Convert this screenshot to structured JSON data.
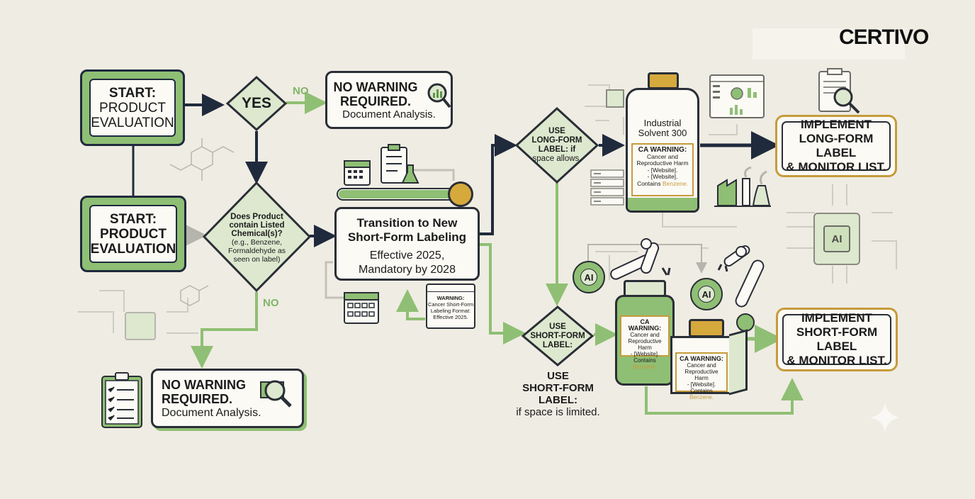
{
  "brand": {
    "logo": "CERTIVO"
  },
  "start_top": {
    "line1": "START:",
    "line2": "PRODUCT",
    "line3": "EVALUATION"
  },
  "start_bottom": {
    "line1": "START:",
    "line2": "PRODUCT",
    "line3": "EVALUATION"
  },
  "decision_yes": {
    "label": "YES"
  },
  "decision_chem": {
    "line1": "Does Product",
    "line2": "contain Listed",
    "line3": "Chemical(s)?",
    "line4": "(e.g., Benzene,",
    "line5": "Formaldehyde as",
    "line6": "seen on label)"
  },
  "edge_labels": {
    "no_top": "NO",
    "no_bottom": "NO"
  },
  "no_warning_top": {
    "title1": "NO WARNING",
    "title2": "REQUIRED.",
    "sub": "Document Analysis."
  },
  "no_warning_bottom": {
    "title1": "NO WARNING",
    "title2": "REQUIRED.",
    "sub": "Document Analysis."
  },
  "transition": {
    "title1": "Transition to New",
    "title2": "Short-Form Labeling",
    "sub1": "Effective 2025,",
    "sub2": "Mandatory by 2028"
  },
  "mini_warning": {
    "line1": "WARNING:",
    "line2": "Cancer Short-Form",
    "line3": "Labeling Format:",
    "line4": "Effective 2025."
  },
  "decision_long": {
    "line1": "USE",
    "line2": "LONG-FORM",
    "line3": "LABEL: if",
    "line4": "space allows."
  },
  "decision_short": {
    "line1": "USE",
    "line2": "SHORT-FORM",
    "line3": "LABEL:"
  },
  "short_note": {
    "line1": "USE",
    "line2": "SHORT-FORM",
    "line3": "LABEL:",
    "line4": "if space is limited."
  },
  "bottle_large": {
    "name1": "Industrial",
    "name2": "Solvent 300",
    "warn_title": "CA WARNING:",
    "warn1": "Cancer and",
    "warn2": "Reproductive Harm",
    "warn3": "- [Website].",
    "warn4": "- [Website].",
    "warn5": "Contains",
    "warn_chem": "Benzene."
  },
  "bottle_green": {
    "warn_title": "CA WARNING:",
    "warn1": "Cancer and",
    "warn2": "Reproductive Harm",
    "warn3": "- [Website].",
    "warn4": "Contains",
    "warn_chem": "Benzene."
  },
  "box_label": {
    "warn_title": "CA WARNING:",
    "warn1": "Cancer and",
    "warn2": "Reproductive Harm",
    "warn3": "- [Website].",
    "warn4": "Contains",
    "warn_chem": "Benzene."
  },
  "ai_chips": {
    "label": "AI"
  },
  "implement_long": {
    "line1": "IMPLEMENT",
    "line2": "LONG-FORM LABEL",
    "line3": "& MONITOR LIST."
  },
  "implement_short": {
    "line1": "IMPLEMENT",
    "line2": "SHORT-FORM LABEL",
    "line3": "& MONITOR LIST."
  },
  "colors": {
    "navy": "#1f2a3d",
    "green": "#8fbf74",
    "gold": "#c69b3c",
    "background": "#efece3"
  }
}
